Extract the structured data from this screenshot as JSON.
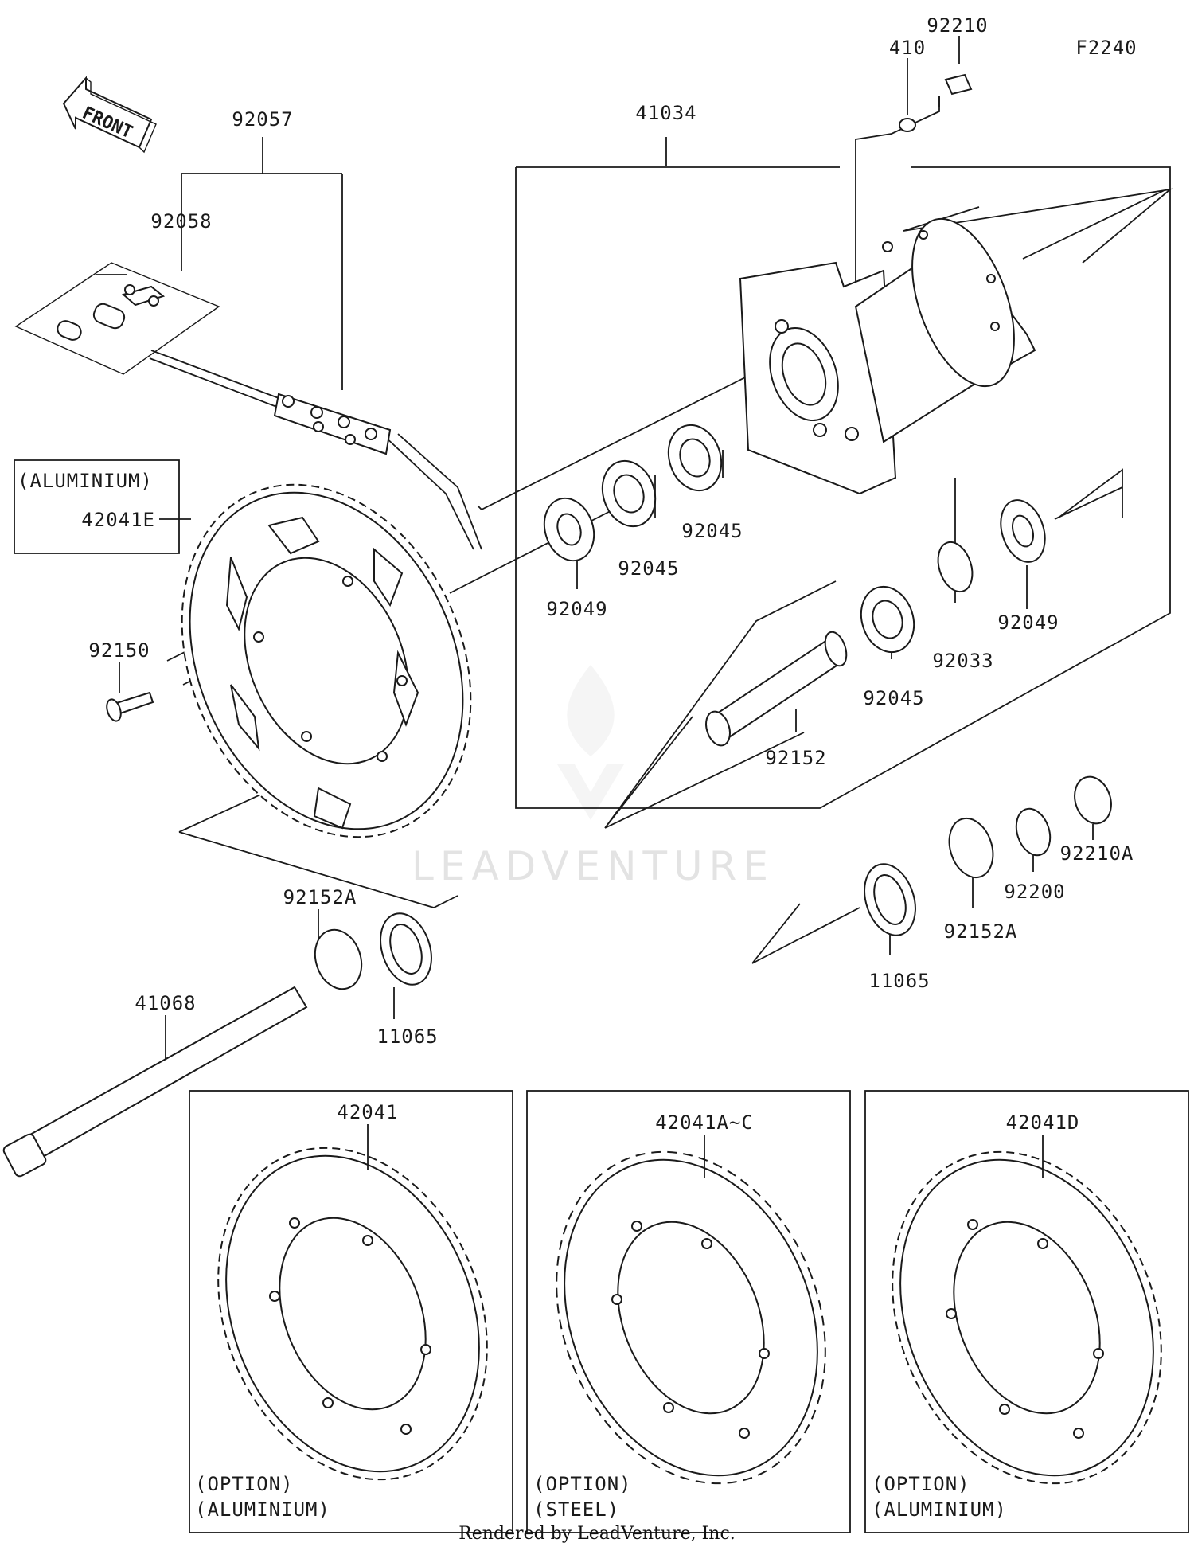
{
  "figure_code": "F2240",
  "front_label": "FRONT",
  "watermark": "LEADVENTURE",
  "credit": "Rendered by LeadVenture, Inc.",
  "labels": {
    "p92210": "92210",
    "p410": "410",
    "p92057": "92057",
    "p41034": "41034",
    "p92058": "92058",
    "aluminium_tag": "(ALUMINIUM)",
    "p42041E": "42041E",
    "p92045_a": "92045",
    "p92045_b": "92045",
    "p92049_a": "92049",
    "p92049_b": "92049",
    "p92150": "92150",
    "p92033": "92033",
    "p92045_c": "92045",
    "p92152": "92152",
    "p92210A": "92210A",
    "p92200": "92200",
    "p92152A_a": "92152A",
    "p92152A_b": "92152A",
    "p11065_a": "11065",
    "p11065_b": "11065",
    "p41068": "41068"
  },
  "options": [
    {
      "part": "42041",
      "line1": "(OPTION)",
      "line2": "(ALUMINIUM)"
    },
    {
      "part": "42041A~C",
      "line1": "(OPTION)",
      "line2": "(STEEL)"
    },
    {
      "part": "42041D",
      "line1": "(OPTION)",
      "line2": "(ALUMINIUM)"
    }
  ]
}
